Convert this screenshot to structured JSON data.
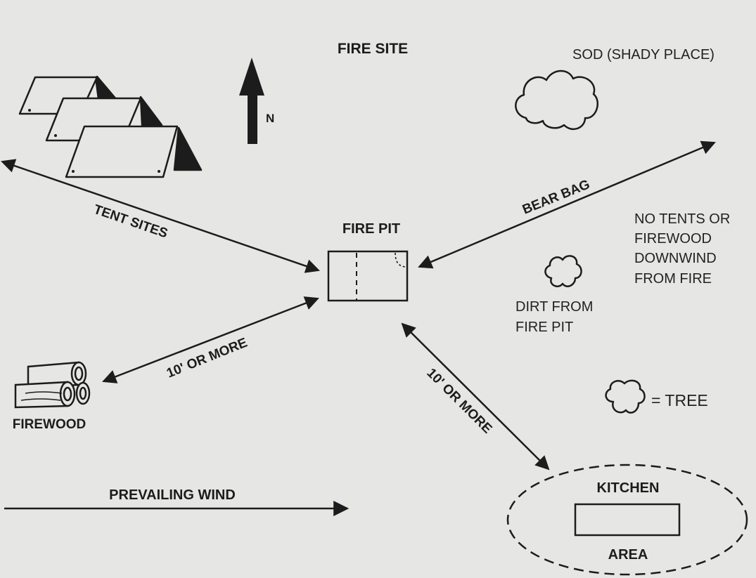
{
  "title": "FIRE SITE",
  "compass": {
    "label": "N"
  },
  "nodes": {
    "fire_pit": "FIRE PIT",
    "sod": "SOD (SHADY PLACE)",
    "firewood": "FIREWOOD",
    "kitchen_top": "KITCHEN",
    "kitchen_bottom": "AREA",
    "dirt_line1": "DIRT FROM",
    "dirt_line2": "FIRE PIT"
  },
  "edges": {
    "tent_sites": "TENT SITES",
    "bear_bag": "BEAR BAG",
    "firewood_distance": "10' OR MORE",
    "kitchen_distance": "10' OR MORE",
    "wind": "PREVAILING WIND"
  },
  "notes": {
    "warning": [
      "NO TENTS OR",
      "FIREWOOD",
      "DOWNWIND",
      "FROM FIRE"
    ],
    "legend": "= TREE"
  },
  "colors": {
    "ink": "#1c1c1c",
    "paper": "#e6e6e4"
  }
}
